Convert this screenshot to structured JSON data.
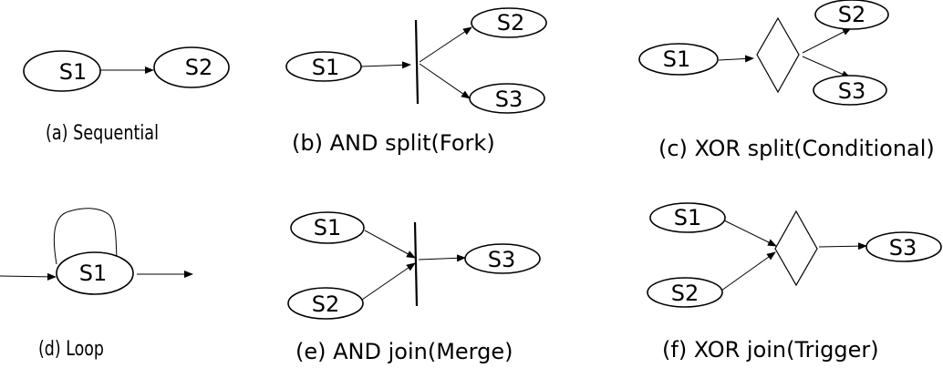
{
  "panels": {
    "sequential": {
      "caption": "(a) Sequential",
      "s1": "S1",
      "s2": "S2"
    },
    "and_split": {
      "caption": "(b) AND split(Fork)",
      "s1": "S1",
      "s2": "S2",
      "s3": "S3"
    },
    "xor_split": {
      "caption": "(c) XOR split(Conditional)",
      "s1": "S1",
      "s2": "S2",
      "s3": "S3"
    },
    "loop": {
      "caption": "(d) Loop",
      "s1": "S1"
    },
    "and_join": {
      "caption": "(e) AND join(Merge)",
      "s1": "S1",
      "s2": "S2",
      "s3": "S3"
    },
    "xor_join": {
      "caption": "(f) XOR join(Trigger)",
      "s1": "S1",
      "s2": "S2",
      "s3": "S3"
    }
  },
  "colors": {
    "stroke": "#000000",
    "background": "#ffffff"
  }
}
